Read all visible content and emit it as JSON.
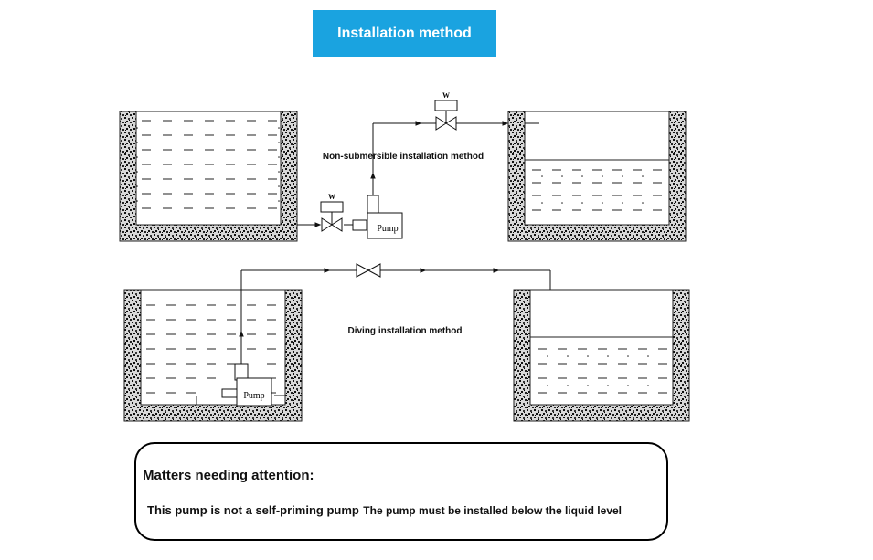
{
  "banner": {
    "title": "Installation method"
  },
  "diagram": {
    "top_label": "Non-submersible installation method",
    "bottom_label": "Diving installation method",
    "pump_label": "Pump",
    "valve_label": "W"
  },
  "notes": {
    "heading": "Matters needing attention:",
    "line_part1": "This pump is not a self-priming pump",
    "line_part2": "The pump must be installed below the liquid level"
  },
  "colors": {
    "banner_bg": "#1aa3e0",
    "line": "#111111"
  }
}
